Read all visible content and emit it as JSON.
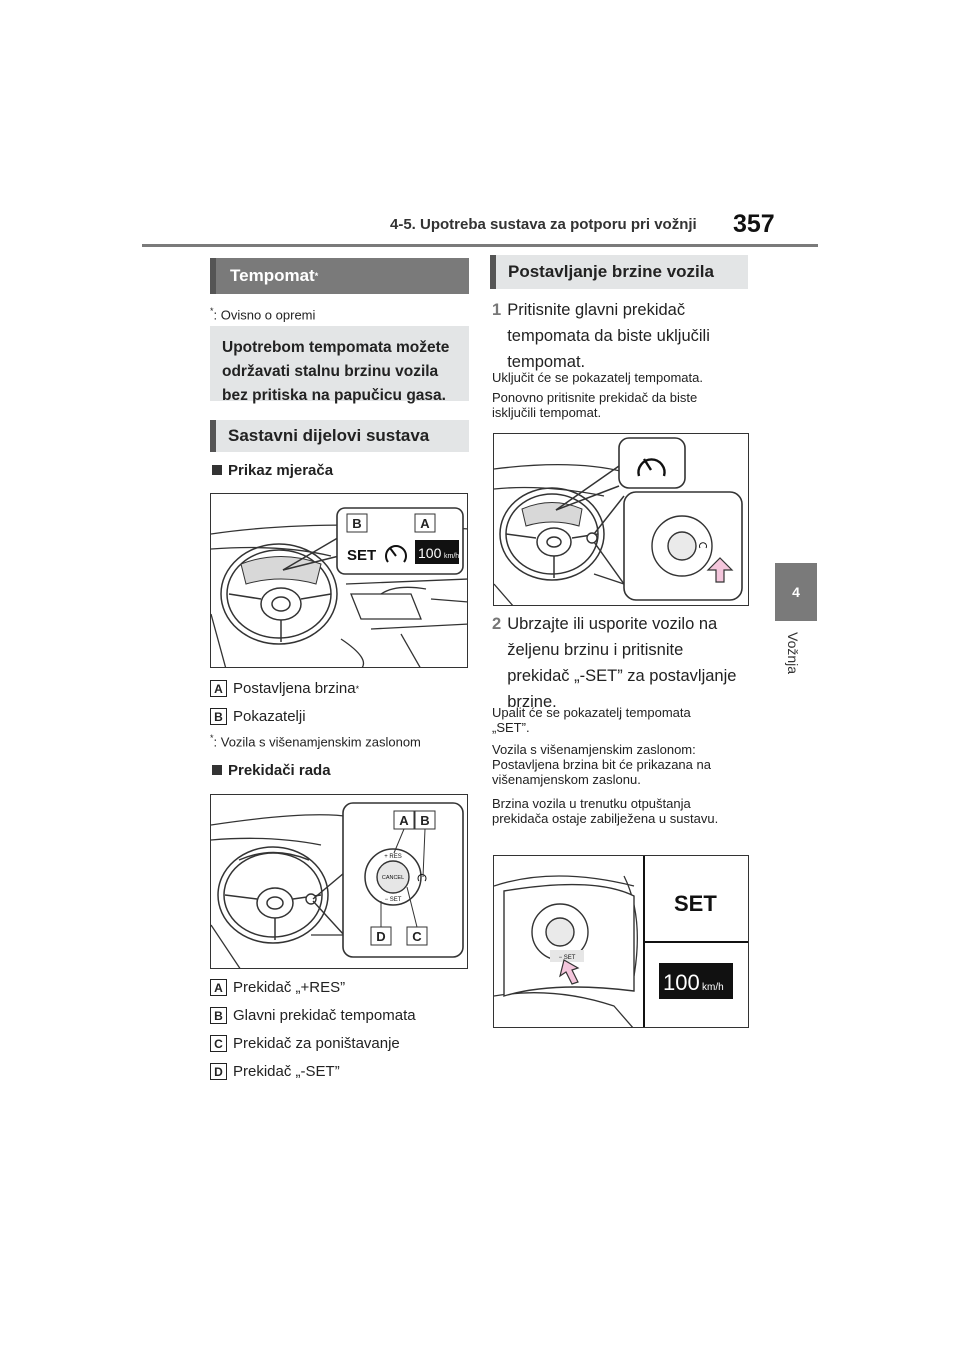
{
  "header": {
    "section": "4-5. Upotreba sustava za potporu pri vožnji",
    "page_number": "357"
  },
  "side_tab": {
    "number": "4",
    "label": "Vožnja"
  },
  "left": {
    "title": "Tempomat",
    "title_mark": "*",
    "footnote_mark": "*",
    "footnote": ": Ovisno o opremi",
    "intro": "Upotrebom tempomata možete održavati stalnu brzinu vozila bez pritiska na papučicu gasa.",
    "components_heading": "Sastavni dijelovi sustava",
    "gauge_heading": "Prikaz mjerača",
    "gauge_figure": {
      "key_b": "B",
      "key_a": "A",
      "set": "SET",
      "speed": "100",
      "unit": "km/h"
    },
    "gauge_labels": [
      {
        "key": "A",
        "text": "Postavljena brzina",
        "mark": "*"
      },
      {
        "key": "B",
        "text": "Pokazatelji",
        "mark": ""
      }
    ],
    "gauge_footnote_mark": "*",
    "gauge_footnote": ": Vozila s višenamjenskim zaslonom",
    "switch_heading": "Prekidači rada",
    "switch_figure": {
      "key_a": "A",
      "key_b": "B",
      "key_c": "C",
      "key_d": "D",
      "res": "+ RES",
      "cancel": "CANCEL",
      "set": "− SET"
    },
    "switch_labels": [
      {
        "key": "A",
        "text": "Prekidač „+RES”"
      },
      {
        "key": "B",
        "text": "Glavni prekidač tempomata"
      },
      {
        "key": "C",
        "text": "Prekidač za poništavanje"
      },
      {
        "key": "D",
        "text": "Prekidač „-SET”"
      }
    ]
  },
  "right": {
    "title": "Postavljanje brzine vozila",
    "step1_num": "1",
    "step1": "Pritisnite glavni prekidač tempomata da biste uključili tempomat.",
    "step1_note1": "Uključit će se pokazatelj tempomata.",
    "step1_note2": "Ponovno pritisnite prekidač da biste isključili tempomat.",
    "step2_num": "2",
    "step2": "Ubrzajte ili usporite vozilo na željenu brzinu i pritisnite prekidač „-SET” za postavljanje brzine.",
    "step2_note1": "Upalit će se pokazatelj tempomata „SET”.",
    "step2_note2": "Vozila s višenamjenskim zaslonom: Postavljena brzina bit će prikazana na višenamjenskom zaslonu.",
    "step2_note3": "Brzina vozila u trenutku otpuštanja prekidača ostaje zabilježena u sustavu.",
    "fig3": {
      "set": "SET",
      "speed": "100",
      "unit": "km/h",
      "switch_set": "− SET"
    }
  },
  "colors": {
    "heading_dark": "#7a7a7a",
    "heading_light": "#e3e5e6",
    "arrow_pink": "#f4c6dc"
  }
}
